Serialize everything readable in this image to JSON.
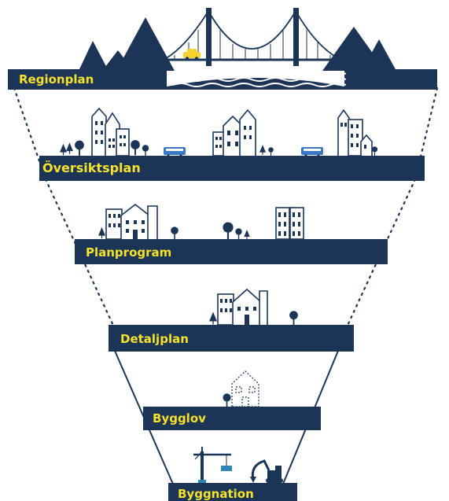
{
  "colors": {
    "navy": "#1c3557",
    "label_yellow": "#f6e22d",
    "car_yellow": "#f5d22e",
    "bus_blue": "#3a78c4",
    "crane_blue": "#2f86b4",
    "water_white": "#ffffff"
  },
  "levels": [
    {
      "id": "regionplan",
      "label": "Regionplan"
    },
    {
      "id": "oversiktsplan",
      "label": "Översiktsplan"
    },
    {
      "id": "planprogram",
      "label": "Planprogram"
    },
    {
      "id": "detaljplan",
      "label": "Detaljplan"
    },
    {
      "id": "bygglov",
      "label": "Bygglov"
    },
    {
      "id": "byggnation",
      "label": "Byggnation"
    }
  ]
}
